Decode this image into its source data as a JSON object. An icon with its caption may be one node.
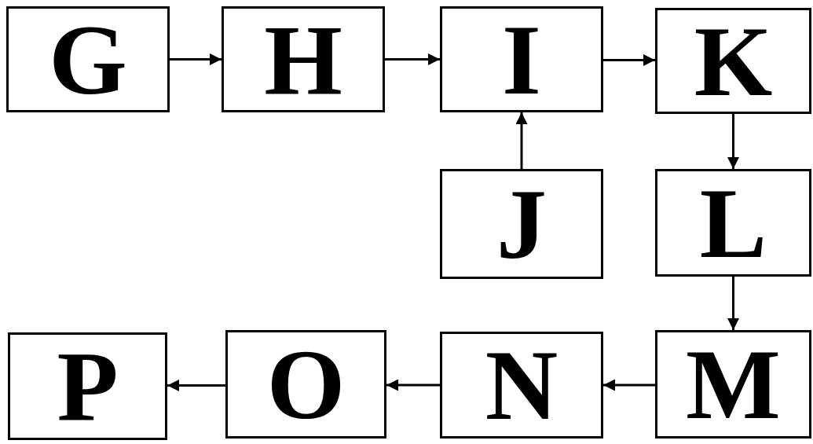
{
  "diagram": {
    "nodes": [
      {
        "text": [
          "G"
        ]
      },
      {
        "text": [
          "H"
        ]
      },
      {
        "text": [
          "I"
        ]
      },
      {
        "text": [
          "K"
        ]
      },
      {
        "text": [
          "J"
        ]
      },
      {
        "text": [
          "L"
        ]
      },
      {
        "text": [
          "M"
        ]
      },
      {
        "text": [
          "N"
        ]
      },
      {
        "text": [
          "O"
        ]
      },
      {
        "text": [
          "P"
        ]
      }
    ],
    "edges": [
      {
        "from": 0,
        "to": 1,
        "arrow": "to"
      },
      {
        "from": 1,
        "to": 2,
        "arrow": "to"
      },
      {
        "from": 2,
        "to": 3,
        "arrow": "to"
      },
      {
        "from": 4,
        "to": 2,
        "arrow": "to"
      },
      {
        "from": 3,
        "to": 5,
        "arrow": "to"
      },
      {
        "from": 5,
        "to": 6,
        "arrow": "to"
      },
      {
        "from": 6,
        "to": 7,
        "arrow": "to"
      },
      {
        "from": 7,
        "to": 8,
        "arrow": "to"
      },
      {
        "from": 8,
        "to": 9,
        "arrow": "to"
      }
    ]
  }
}
